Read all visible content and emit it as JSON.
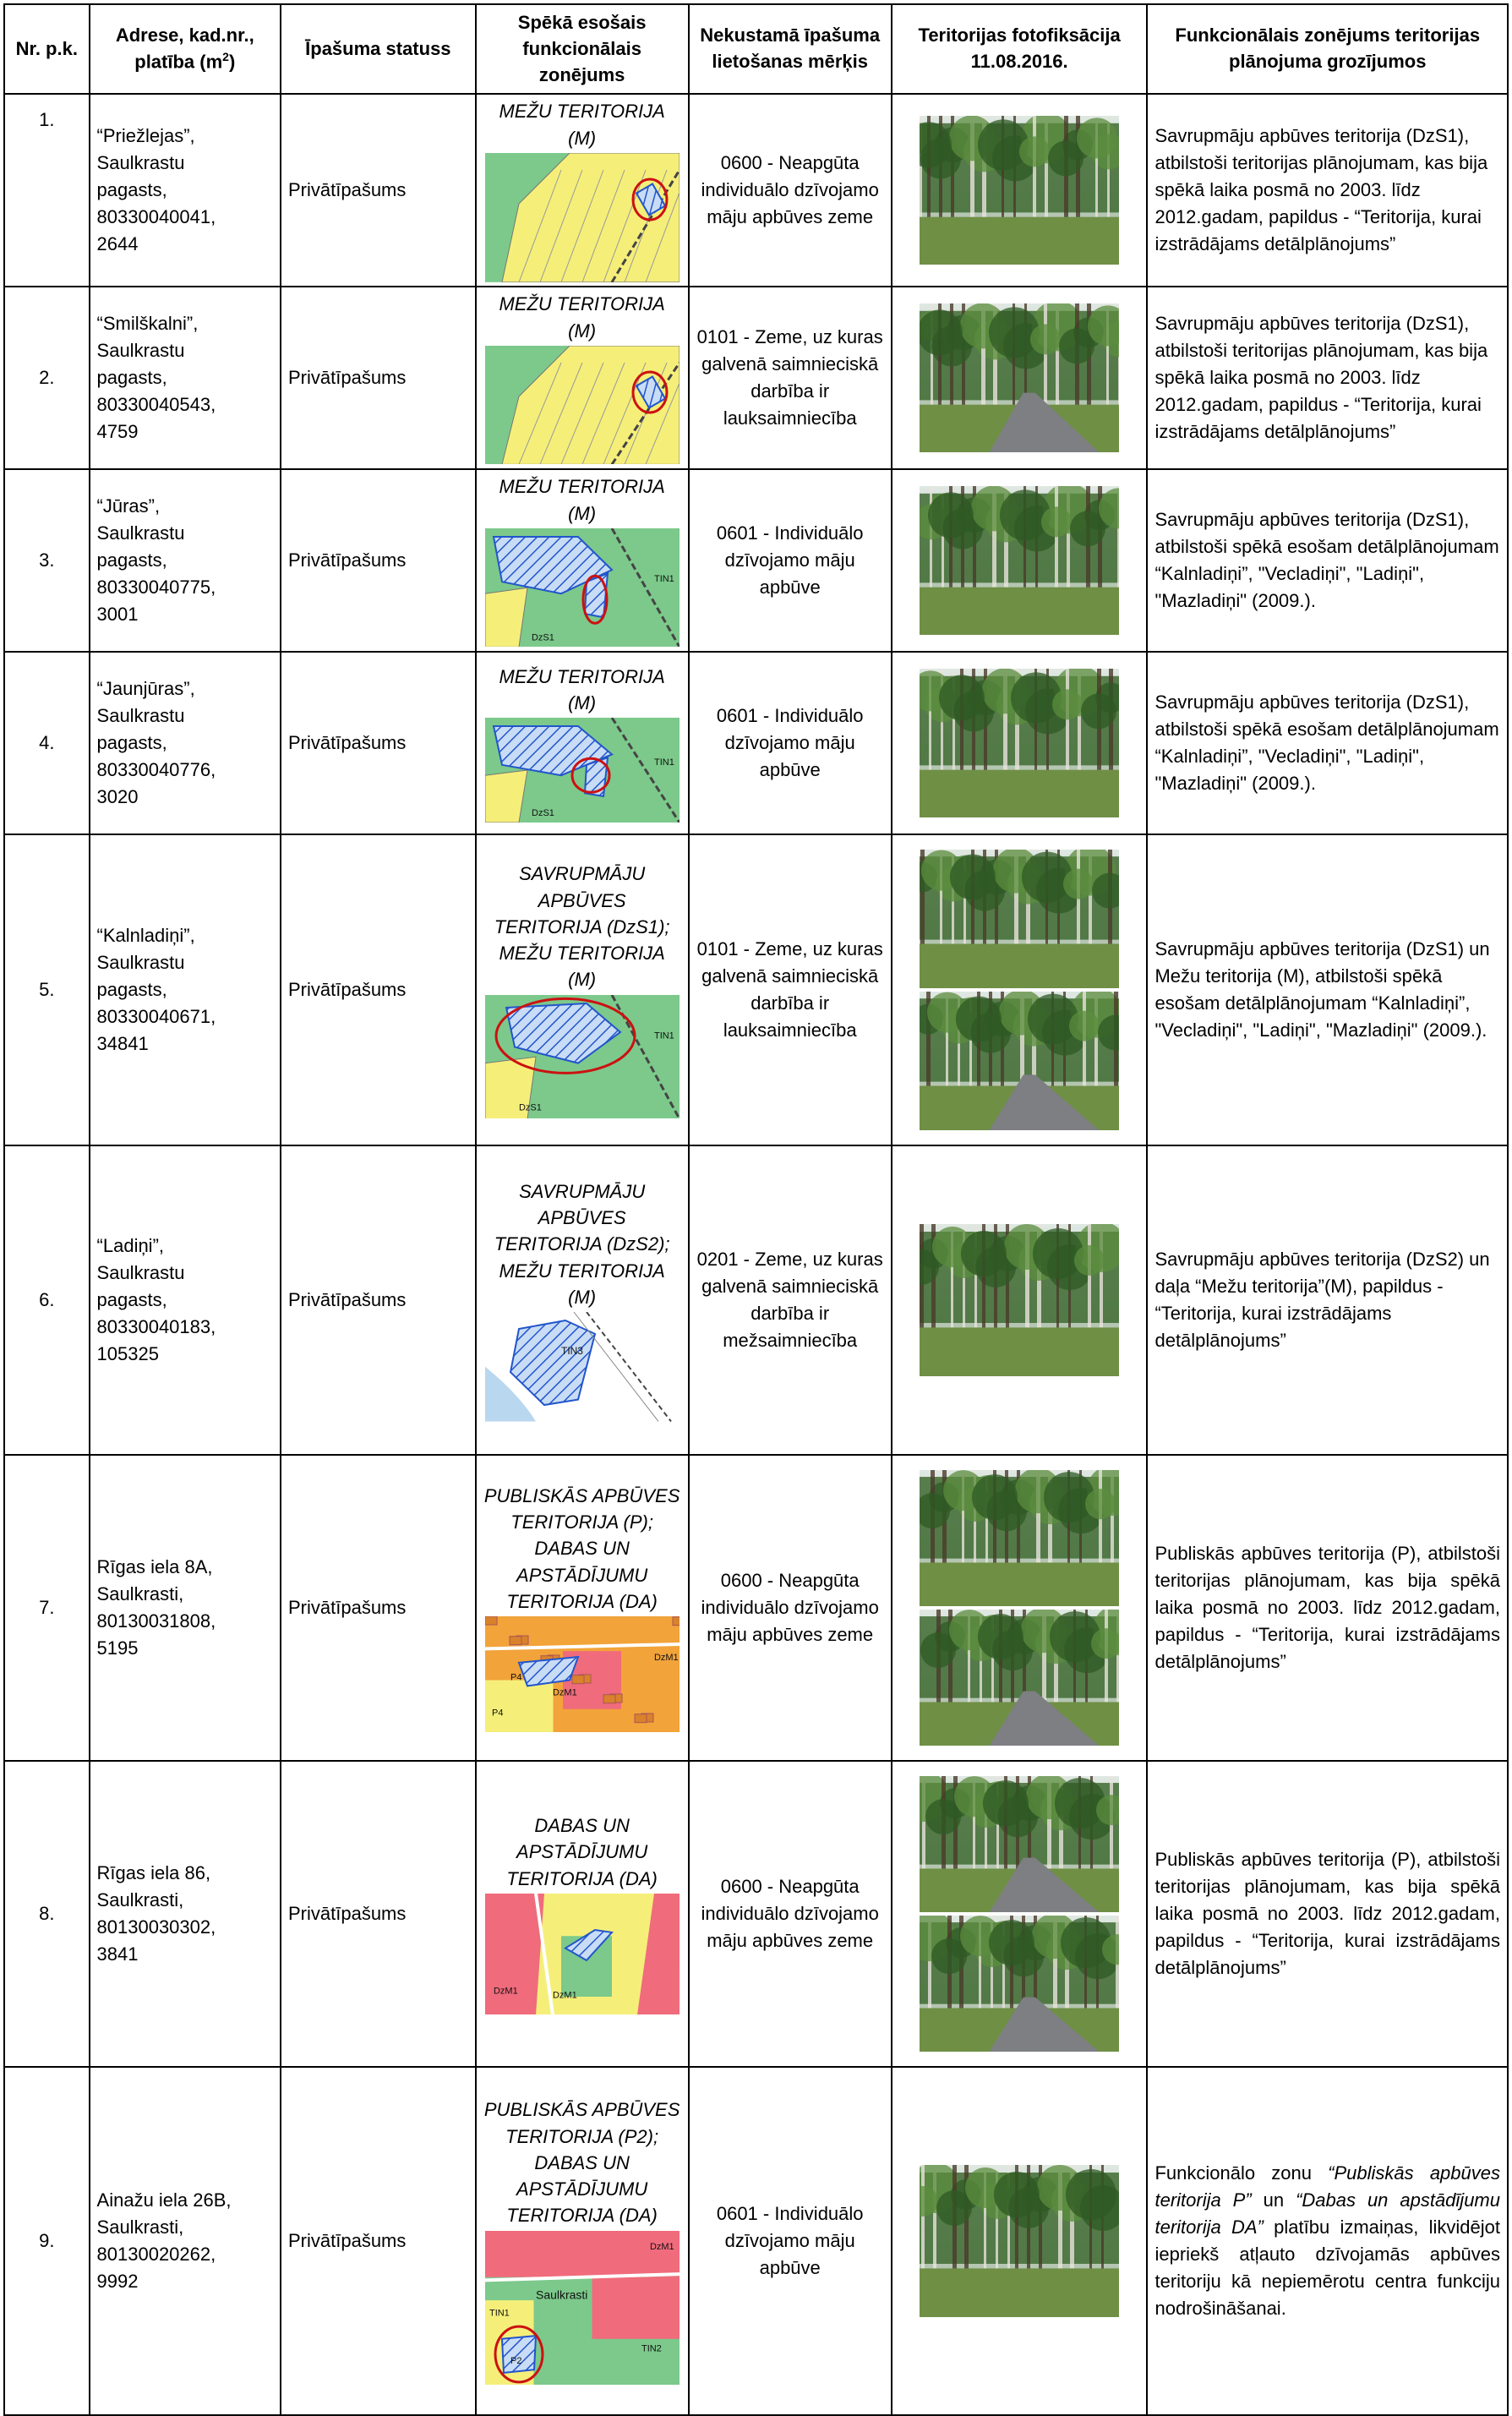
{
  "headers": {
    "nr": "Nr. p.k.",
    "address": "Adrese, kad.nr., platība (m",
    "address_sup": "2",
    "address_close": ")",
    "status": "Īpašuma statuss",
    "zoning": "Spēkā esošais funkcionālais zonējums",
    "purpose": "Nekustamā īpašuma lietošanas mērķis",
    "photo": "Teritorijas fotofiksācija 11.08.2016.",
    "change": "Funkcionālais zonējums teritorijas plānojuma grozījumos"
  },
  "rows": [
    {
      "nr": "1.",
      "address": [
        "“Priežlejas”,",
        "Saulkrastu",
        "pagasts,",
        "80330040041,",
        "2644"
      ],
      "status": "Privātīpašums",
      "zoning": "MEŽU TERITORIJA (M)",
      "purpose": "0600 - Neapgūta individuālo dzīvojamo māju apbūves zeme",
      "change": "Savrupmāju apbūves teritorija (DzS1), atbilstoši teritorijas plānojumam, kas bija spēkā laika posmā no 2003. līdz 2012.gadam, papildus - “Teritorija, kurai izstrādājams detālplānojums”"
    },
    {
      "nr": "2.",
      "address": [
        "“Smilškalni”,",
        "Saulkrastu",
        "pagasts,",
        "80330040543,",
        "4759"
      ],
      "status": "Privātīpašums",
      "zoning": "MEŽU TERITORIJA (M)",
      "purpose": "0101 - Zeme, uz kuras galvenā saimnieciskā darbība ir lauksaimniecība",
      "change": "Savrupmāju apbūves teritorija (DzS1), atbilstoši teritorijas plānojumam, kas bija spēkā laika posmā no 2003. līdz 2012.gadam, papildus - “Teritorija, kurai izstrādājams detālplānojums”"
    },
    {
      "nr": "3.",
      "address": [
        "“Jūras”,",
        "Saulkrastu",
        "pagasts,",
        "80330040775,",
        "3001"
      ],
      "status": "Privātīpašums",
      "zoning": "MEŽU TERITORIJA (M)",
      "purpose": "0601 - Individuālo dzīvojamo māju apbūve",
      "change": "Savrupmāju apbūves teritorija (DzS1), atbilstoši spēkā esošam detālplānojumam “Kalnladiņi”, \"Vecladiņi\", \"Ladiņi\", \"Mazladiņi\" (2009.)."
    },
    {
      "nr": "4.",
      "address": [
        "“Jaunjūras”,",
        "Saulkrastu",
        "pagasts,",
        "80330040776,",
        "3020"
      ],
      "status": "Privātīpašums",
      "zoning": "MEŽU TERITORIJA (M)",
      "purpose": "0601 - Individuālo dzīvojamo māju apbūve",
      "change": "Savrupmāju apbūves teritorija (DzS1), atbilstoši spēkā esošam detālplānojumam “Kalnladiņi”, \"Vecladiņi\", \"Ladiņi\", \"Mazladiņi\" (2009.)."
    },
    {
      "nr": "5.",
      "address": [
        "“Kalnladiņi”,",
        "Saulkrastu",
        "pagasts,",
        "80330040671,",
        "34841"
      ],
      "status": "Privātīpašums",
      "zoning": "SAVRUPMĀJU APBŪVES TERITORIJA (DzS1); MEŽU TERITORIJA (M)",
      "purpose": "0101 - Zeme, uz kuras galvenā saimnieciskā darbība ir lauksaimniecība",
      "change": "Savrupmāju apbūves teritorija (DzS1) un Mežu teritorija (M), atbilstoši spēkā esošam detālplānojumam “Kalnladiņi”, \"Vecladiņi\", \"Ladiņi\", \"Mazladiņi\" (2009.)."
    },
    {
      "nr": "6.",
      "address": [
        "“Ladiņi”,",
        "Saulkrastu",
        "pagasts,",
        "80330040183,",
        "105325"
      ],
      "status": "Privātīpašums",
      "zoning": "SAVRUPMĀJU APBŪVES TERITORIJA (DzS2); MEŽU TERITORIJA (M)",
      "purpose": "0201 - Zeme, uz kuras galvenā saimnieciskā darbība ir mežsaimniecība",
      "change": "Savrupmāju apbūves teritorija (DzS2) un daļa “Mežu teritorija”(M), papildus - “Teritorija, kurai izstrādājams detālplānojums”"
    },
    {
      "nr": "7.",
      "address": [
        "Rīgas iela 8A,",
        "Saulkrasti,",
        "80130031808,",
        "5195"
      ],
      "status": "Privātīpašums",
      "zoning": "PUBLISKĀS APBŪVES TERITORIJA (P); DABAS UN APSTĀDĪJUMU TERITORIJA (DA)",
      "purpose": "0600 - Neapgūta individuālo dzīvojamo māju apbūves zeme",
      "change": "Publiskās apbūves teritorija (P), atbilstoši teritorijas plānojumam, kas bija spēkā laika posmā no 2003. līdz 2012.gadam, papildus - “Teritorija, kurai izstrādājams detālplānojums”"
    },
    {
      "nr": "8.",
      "address": [
        "Rīgas iela 86,",
        "Saulkrasti,",
        "80130030302,",
        "3841"
      ],
      "status": "Privātīpašums",
      "zoning": "DABAS UN APSTĀDĪJUMU TERITORIJA (DA)",
      "purpose": "0600 - Neapgūta individuālo dzīvojamo māju apbūves zeme",
      "change": "Publiskās apbūves teritorija (P), atbilstoši teritorijas plānojumam, kas bija spēkā laika posmā no 2003. līdz 2012.gadam, papildus - “Teritorija, kurai izstrādājams detālplānojums”"
    },
    {
      "nr": "9.",
      "address": [
        "Ainažu iela 26B,",
        "Saulkrasti,",
        "80130020262,",
        "9992"
      ],
      "status": "Privātīpašums",
      "zoning": "PUBLISKĀS APBŪVES TERITORIJA (P2); DABAS UN APSTĀDĪJUMU TERITORIJA  (DA)",
      "purpose": "0601 - Individuālo dzīvojamo māju apbūve",
      "change_parts": [
        "Funkcionālo zonu ",
        "“Publiskās apbūves teritorija P”",
        " un ",
        "“Dabas un apstādījumu teritorija DA”",
        " platību izmaiņas, likvidējot iepriekš atļauto dzīvojamās apbūves teritoriju kā nepiemērotu centra funkciju nodrošināšanai."
      ]
    }
  ],
  "map_labels": {
    "dzs1": "DzS1",
    "tin1": "TIN1",
    "tin3": "TIN3",
    "dzm1": "DzM1",
    "p4": "P4",
    "p2": "P2",
    "tin2": "TIN2",
    "saulkrasti": "Saulkrasti"
  },
  "colors": {
    "forest": "#7cc98b",
    "residential": "#f5ef7a",
    "public": "#f06b7c",
    "hatch": "#2255cc",
    "circle": "#cc1111",
    "orange": "#f2a33a"
  }
}
